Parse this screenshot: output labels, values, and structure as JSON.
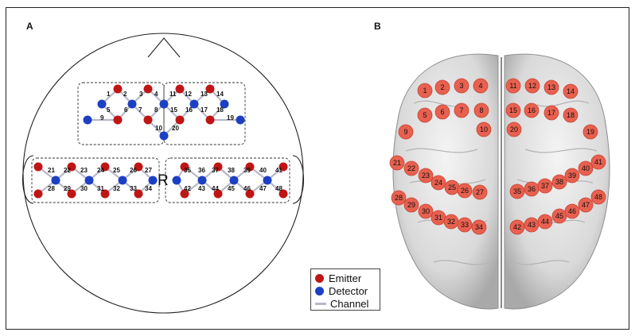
{
  "panels": {
    "a_label": "A",
    "b_label": "B"
  },
  "ref_label": "R",
  "legend": {
    "emitter": "Emitter",
    "detector": "Detector",
    "channel": "Channel"
  },
  "colors": {
    "emitter": "#c01515",
    "detector": "#1c3fc4",
    "channel": "#b8b8c8",
    "brain_channel": "#e8604f"
  },
  "channels": [
    "1",
    "2",
    "3",
    "4",
    "5",
    "6",
    "7",
    "8",
    "9",
    "10",
    "11",
    "12",
    "13",
    "14",
    "15",
    "16",
    "17",
    "18",
    "19",
    "20",
    "21",
    "22",
    "23",
    "24",
    "25",
    "26",
    "27",
    "28",
    "29",
    "30",
    "31",
    "32",
    "33",
    "34",
    "35",
    "36",
    "37",
    "38",
    "39",
    "40",
    "41",
    "42",
    "43",
    "44",
    "45",
    "46",
    "47",
    "48"
  ]
}
